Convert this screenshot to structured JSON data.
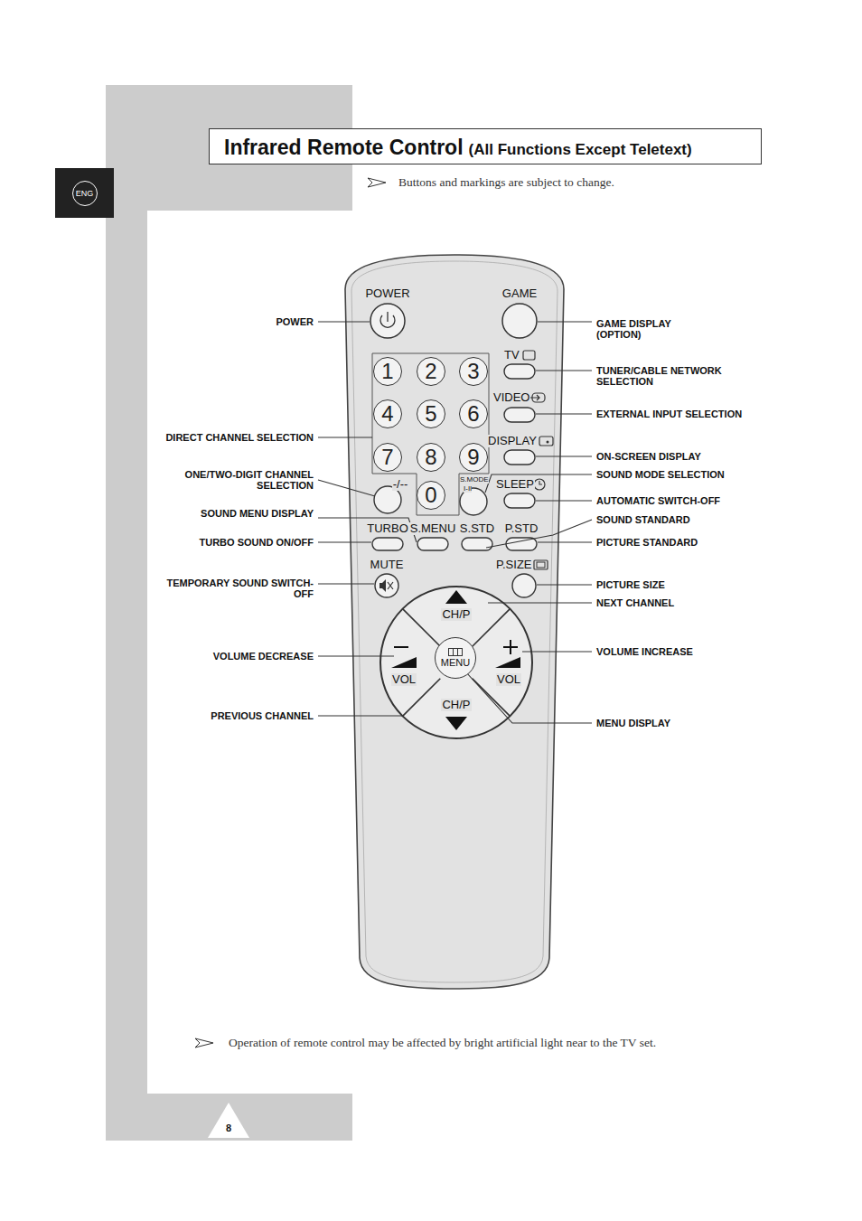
{
  "diagram": {
    "nodes": [
      {
        "text": [
          "Infrared Remote Control",
          "(All Functions Except Teletext)"
        ]
      },
      {
        "text": [
          "ENG"
        ]
      },
      {
        "text": [
          "1"
        ]
      },
      {
        "text": [
          "2"
        ]
      },
      {
        "text": [
          "3"
        ]
      },
      {
        "text": [
          "4"
        ]
      },
      {
        "text": [
          "5"
        ]
      },
      {
        "text": [
          "6"
        ]
      },
      {
        "text": [
          "7"
        ]
      },
      {
        "text": [
          "8"
        ]
      },
      {
        "text": [
          "9"
        ]
      },
      {
        "text": [
          "0"
        ]
      },
      {
        "text": [
          "MENU"
        ]
      },
      {
        "text": [
          "8"
        ]
      }
    ],
    "labels": [
      "Buttons and markings are subject to change.",
      "POWER",
      "GAME",
      "GAME DISPLAY (OPTION)",
      "POWER",
      "TV",
      "TUNER/CABLE NETWORK SELECTION",
      "VIDEO",
      "EXTERNAL INPUT SELECTION",
      "DIRECT CHANNEL SELECTION",
      "DISPLAY",
      "ON-SCREEN DISPLAY",
      "ONE/TWO-DIGIT CHANNEL SELECTION",
      "-/--",
      "S.MODE",
      "I-II",
      "SLEEP",
      "SOUND MODE SELECTION",
      "AUTOMATIC SWITCH-OFF",
      "SOUND MENU DISPLAY",
      "SOUND STANDARD",
      "TURBO",
      "S.MENU",
      "S.STD",
      "P.STD",
      "TURBO SOUND ON/OFF",
      "PICTURE STANDARD",
      "MUTE",
      "P.SIZE",
      "TEMPORARY SOUND SWITCH-OFF",
      "PICTURE SIZE",
      "NEXT CHANNEL",
      "CH/P",
      "VOLUME INCREASE",
      "VOLUME DECREASE",
      "VOL",
      "VOL",
      "CH/P",
      "PREVIOUS CHANNEL",
      "MENU DISPLAY",
      "Operation of remote control may be affected by bright artificial light near to the TV set."
    ]
  }
}
